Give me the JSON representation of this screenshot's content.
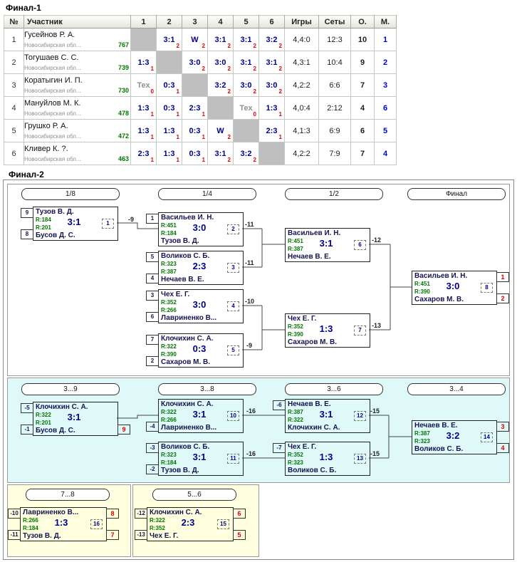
{
  "colors": {
    "score_navy": "#00008B",
    "point_red": "#E00000",
    "rating_green": "#007700",
    "place_red": "#D60000",
    "place_blue": "#0000CC",
    "diag_gray": "#BFBFBF",
    "placement_bg": "#DFF8F8",
    "consolation_bg": "#FFFFE0"
  },
  "final1": {
    "title": "Финал-1",
    "headers": [
      "№",
      "Участник",
      "1",
      "2",
      "3",
      "4",
      "5",
      "6",
      "Игры",
      "Сеты",
      "О.",
      "М."
    ],
    "rows": [
      {
        "num": "1",
        "name": "Гусейнов Р. А.",
        "region": "Новосибирская обл...",
        "rating": "767",
        "cells": [
          {
            "s": "",
            "p": ""
          },
          {
            "s": "3:1",
            "p": "2"
          },
          {
            "s": "W",
            "p": "2"
          },
          {
            "s": "3:1",
            "p": "2"
          },
          {
            "s": "3:1",
            "p": "2"
          },
          {
            "s": "3:2",
            "p": "2"
          }
        ],
        "games": "4,4:0",
        "sets": "12:3",
        "pts": "10",
        "place": "1"
      },
      {
        "num": "2",
        "name": "Тогушаев С. С.",
        "region": "Новосибирская обл...",
        "rating": "739",
        "cells": [
          {
            "s": "1:3",
            "p": "1"
          },
          {
            "s": "",
            "p": ""
          },
          {
            "s": "3:0",
            "p": "2"
          },
          {
            "s": "3:0",
            "p": "2"
          },
          {
            "s": "3:1",
            "p": "2"
          },
          {
            "s": "3:1",
            "p": "2"
          }
        ],
        "games": "4,3:1",
        "sets": "10:4",
        "pts": "9",
        "place": "2"
      },
      {
        "num": "3",
        "name": "Коратыгин И. П.",
        "region": "Новосибирская обл...",
        "rating": "730",
        "cells": [
          {
            "s": "Тех",
            "p": "0"
          },
          {
            "s": "0:3",
            "p": "1"
          },
          {
            "s": "",
            "p": ""
          },
          {
            "s": "3:2",
            "p": "2"
          },
          {
            "s": "3:0",
            "p": "2"
          },
          {
            "s": "3:0",
            "p": "2"
          }
        ],
        "games": "4,2:2",
        "sets": "6:6",
        "pts": "7",
        "place": "3"
      },
      {
        "num": "4",
        "name": "Мануйлов М. К.",
        "region": "Новосибирская обл...",
        "rating": "478",
        "cells": [
          {
            "s": "1:3",
            "p": "1"
          },
          {
            "s": "0:3",
            "p": "1"
          },
          {
            "s": "2:3",
            "p": "1"
          },
          {
            "s": "",
            "p": ""
          },
          {
            "s": "Тех",
            "p": "0"
          },
          {
            "s": "1:3",
            "p": "1"
          }
        ],
        "games": "4,0:4",
        "sets": "2:12",
        "pts": "4",
        "place": "6"
      },
      {
        "num": "5",
        "name": "Грушко Р. А.",
        "region": "Новосибирская обл...",
        "rating": "472",
        "cells": [
          {
            "s": "1:3",
            "p": "1"
          },
          {
            "s": "1:3",
            "p": "1"
          },
          {
            "s": "0:3",
            "p": "1"
          },
          {
            "s": "W",
            "p": "2"
          },
          {
            "s": "",
            "p": ""
          },
          {
            "s": "2:3",
            "p": "1"
          }
        ],
        "games": "4,1:3",
        "sets": "6:9",
        "pts": "6",
        "place": "5"
      },
      {
        "num": "6",
        "name": "Кливер К. ?.",
        "region": "Новосибирская обл...",
        "rating": "463",
        "cells": [
          {
            "s": "2:3",
            "p": "1"
          },
          {
            "s": "1:3",
            "p": "1"
          },
          {
            "s": "0:3",
            "p": "1"
          },
          {
            "s": "3:1",
            "p": "2"
          },
          {
            "s": "3:2",
            "p": "2"
          },
          {
            "s": "",
            "p": ""
          }
        ],
        "games": "4,2:2",
        "sets": "7:9",
        "pts": "7",
        "place": "4"
      }
    ]
  },
  "final2": {
    "title": "Финал-2",
    "rounds_main": [
      "1/8",
      "1/4",
      "1/2",
      "Финал"
    ],
    "rounds_place": [
      "3...9",
      "3...8",
      "3...6",
      "3...4"
    ],
    "round_78": "7...8",
    "round_56": "5...6",
    "connectors": {
      "c1": "-9",
      "c2": "-11",
      "c3": "-11",
      "c4": "-10",
      "c5": "-9",
      "c6": "-12",
      "c7": "-13",
      "c10": "-16",
      "c11": "-16",
      "c12": "-15",
      "c13": "-15"
    },
    "matches": {
      "m1": {
        "tab_top": "9",
        "tab_bottom": "8",
        "top": "Тузов В. Д.",
        "bottom": "Бусов Д. С.",
        "rtop": "R:184",
        "rbottom": "R:201",
        "score": "3:1",
        "num": "1"
      },
      "m2": {
        "tab_top": "1",
        "top": "Васильев И. Н.",
        "bottom": "Тузов В. Д.",
        "rtop": "R:451",
        "rbottom": "R:184",
        "score": "3:0",
        "num": "2"
      },
      "m3": {
        "tab_top": "5",
        "tab_bottom": "4",
        "top": "Воликов С. Б.",
        "bottom": "Нечаев В. Е.",
        "rtop": "R:323",
        "rbottom": "R:387",
        "score": "2:3",
        "num": "3"
      },
      "m4": {
        "tab_top": "3",
        "tab_bottom": "6",
        "top": "Чех Е. Г.",
        "bottom": "Лавриненко В...",
        "rtop": "R:352",
        "rbottom": "R:266",
        "score": "3:0",
        "num": "4"
      },
      "m5": {
        "tab_top": "7",
        "tab_bottom": "2",
        "top": "Клочихин С. А.",
        "bottom": "Сахаров М. В.",
        "rtop": "R:322",
        "rbottom": "R:390",
        "score": "0:3",
        "num": "5"
      },
      "m6": {
        "top": "Васильев И. Н.",
        "bottom": "Нечаев В. Е.",
        "rtop": "R:451",
        "rbottom": "R:387",
        "score": "3:1",
        "num": "6"
      },
      "m7": {
        "top": "Чех Е. Г.",
        "bottom": "Сахаров М. В.",
        "rtop": "R:352",
        "rbottom": "R:390",
        "score": "1:3",
        "num": "7"
      },
      "m8": {
        "top": "Васильев И. Н.",
        "bottom": "Сахаров М. В.",
        "rtop": "R:451",
        "rbottom": "R:390",
        "score": "3:0",
        "num": "8",
        "place_top": "1",
        "place_bottom": "2"
      },
      "m9": {
        "tab_top": "-5",
        "tab_bottom": "-1",
        "top": "Клочихин С. А.",
        "bottom": "Бусов Д. С.",
        "rtop": "R:322",
        "rbottom": "R:201",
        "score": "3:1",
        "place_bottom": "9"
      },
      "m10": {
        "tab_bottom": "-4",
        "top": "Клочихин С. А.",
        "bottom": "Лавриненко В...",
        "rtop": "R:322",
        "rbottom": "R:266",
        "score": "3:1",
        "num": "10"
      },
      "m11": {
        "tab_top": "-3",
        "tab_bottom": "-2",
        "top": "Воликов С. Б.",
        "bottom": "Тузов В. Д.",
        "rtop": "R:323",
        "rbottom": "R:184",
        "score": "3:1",
        "num": "11"
      },
      "m12": {
        "tab_top": "-6",
        "top": "Нечаев В. Е.",
        "bottom": "Клочихин С. А.",
        "rtop": "R:387",
        "rbottom": "R:322",
        "score": "3:1",
        "num": "12"
      },
      "m13": {
        "tab_top": "-7",
        "top": "Чех Е. Г.",
        "bottom": "Воликов С. Б.",
        "rtop": "R:352",
        "rbottom": "R:323",
        "score": "1:3",
        "num": "13"
      },
      "m14": {
        "top": "Нечаев В. Е.",
        "bottom": "Воликов С. Б.",
        "rtop": "R:387",
        "rbottom": "R:323",
        "score": "3:2",
        "num": "14",
        "place_top": "3",
        "place_bottom": "4"
      },
      "m15": {
        "tab_top": "-12",
        "tab_bottom": "-13",
        "top": "Клочихин С. А.",
        "bottom": "Чех Е. Г.",
        "rtop": "R:322",
        "rbottom": "R:352",
        "score": "2:3",
        "num": "15",
        "place_top": "6",
        "place_bottom": "5"
      },
      "m16": {
        "tab_top": "-10",
        "tab_bottom": "-11",
        "top": "Лавриненко В...",
        "bottom": "Тузов В. Д.",
        "rtop": "R:266",
        "rbottom": "R:184",
        "score": "1:3",
        "num": "16",
        "place_top": "8",
        "place_bottom": "7"
      }
    }
  }
}
